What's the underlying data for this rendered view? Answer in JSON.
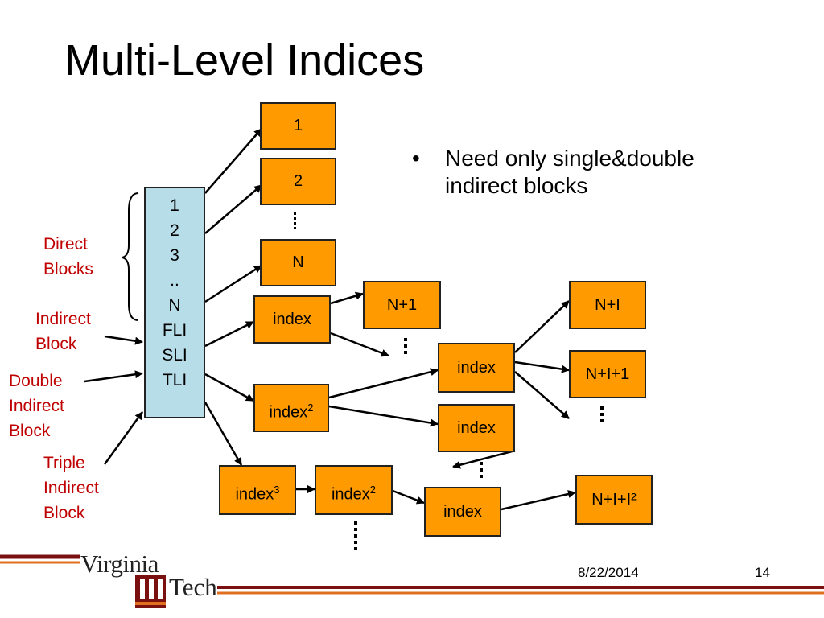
{
  "slide": {
    "title": "Multi-Level Indices",
    "bullet_marker": "•",
    "bullet_text": "Need only single&double indirect blocks",
    "date": "8/22/2014",
    "page": "14",
    "logo_words": [
      "Virginia",
      "Tech"
    ]
  },
  "inode_entries": [
    "1",
    "2",
    "3",
    "..",
    "N",
    "FLI",
    "SLI",
    "TLI"
  ],
  "labels": {
    "direct": [
      "Direct",
      "Blocks"
    ],
    "indirect": [
      "Indirect",
      "Block"
    ],
    "double": [
      "Double",
      "Indirect",
      "Block"
    ],
    "triple": [
      "Triple",
      "Indirect",
      "Block"
    ]
  },
  "blocks": {
    "b1": "1",
    "b2": "2",
    "bN": "N",
    "index_single": "index",
    "n1": "N+1",
    "index2": "index",
    "index_mid_top": "index",
    "index_mid_bottom": "index",
    "index3": "index",
    "index2_triple": "index",
    "index_bottom": "index",
    "nI": "N+I",
    "nI1": "N+I+1",
    "nII2": "N+I+I²",
    "sup2": "2",
    "sup3": "3"
  },
  "colors": {
    "block_fill": "#ff9a00",
    "inode_fill": "#b7dde8",
    "label_red": "#c00000",
    "brand_maroon": "#7a1010",
    "brand_orange": "#e07020"
  }
}
